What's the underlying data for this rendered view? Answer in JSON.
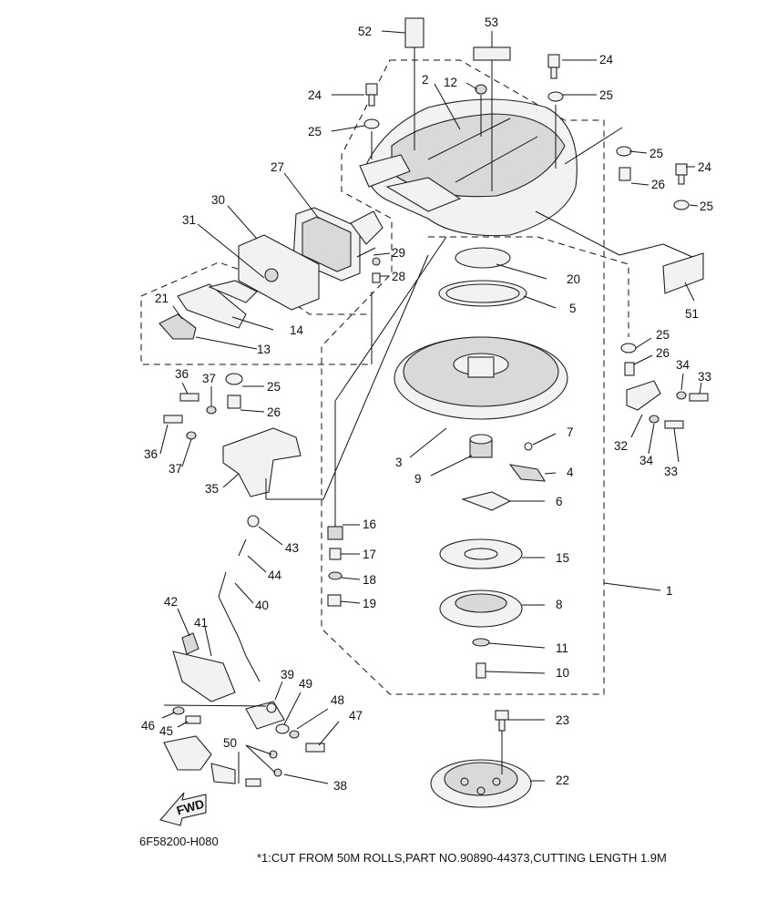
{
  "drawing_code": "6F58200-H080",
  "footnote": "*1:CUT FROM 50M ROLLS,PART NO.90890-44373,CUTTING LENGTH 1.9M",
  "fwd_label": "FWD",
  "callouts": [
    "1",
    "2",
    "3",
    "4",
    "5",
    "6",
    "7",
    "8",
    "9",
    "10",
    "11",
    "12",
    "13",
    "14",
    "15",
    "16",
    "17",
    "18",
    "19",
    "20",
    "21",
    "22",
    "23",
    "24",
    "25",
    "26",
    "27",
    "28",
    "29",
    "30",
    "31",
    "32",
    "33",
    "34",
    "35",
    "36",
    "37",
    "38",
    "39",
    "40",
    "41",
    "42",
    "43",
    "44",
    "45",
    "46",
    "47",
    "48",
    "49",
    "50",
    "51",
    "52",
    "53"
  ]
}
